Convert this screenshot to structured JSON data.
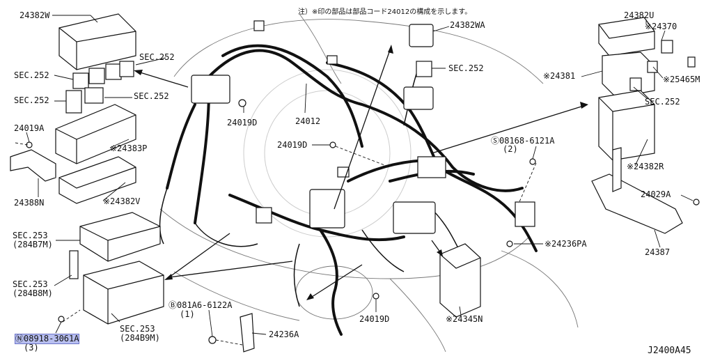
{
  "diagram": {
    "note": "注）※印の部品は部品コード24012の構成を示します。",
    "code": "J2400A45",
    "labels": {
      "p24382W": "24382W",
      "sec252_a": "SEC.252",
      "sec252_b": "SEC.252",
      "sec252_c": "SEC.252",
      "sec252_d": "SEC.252",
      "p24019A": "24019A",
      "p24383P": "※24383P",
      "p24382V": "※24382V",
      "p24388N": "24388N",
      "sec253_a": "SEC.253",
      "sec253_a2": "(284B7M)",
      "sec253_b": "SEC.253",
      "sec253_b2": "(284B8M)",
      "sec253_c": "SEC.253",
      "sec253_c2": "(284B9M)",
      "bolt_n": "Ⓝ08918-3061A",
      "bolt_n2": "(3)",
      "p24019D_a": "24019D",
      "p24012": "24012",
      "p24019D_b": "24019D",
      "p24382WA": "24382WA",
      "sec252_e": "SEC.252",
      "bolt_s": "Ⓢ08168-6121A",
      "bolt_s2": "(2)",
      "p24382U": "24382U",
      "p24370": "※24370",
      "p24381": "※24381",
      "p25465M": "※25465M",
      "sec252_f": "SEC.252",
      "p24382R": "※24382R",
      "p24029A": "24029A",
      "p24387": "24387",
      "p24236PA": "※24236PA",
      "p24345N": "※24345N",
      "p24019D_c": "24019D",
      "bolt_b": "Ⓑ081A6-6122A",
      "bolt_b2": "(1)",
      "p24236A": "24236A"
    }
  }
}
